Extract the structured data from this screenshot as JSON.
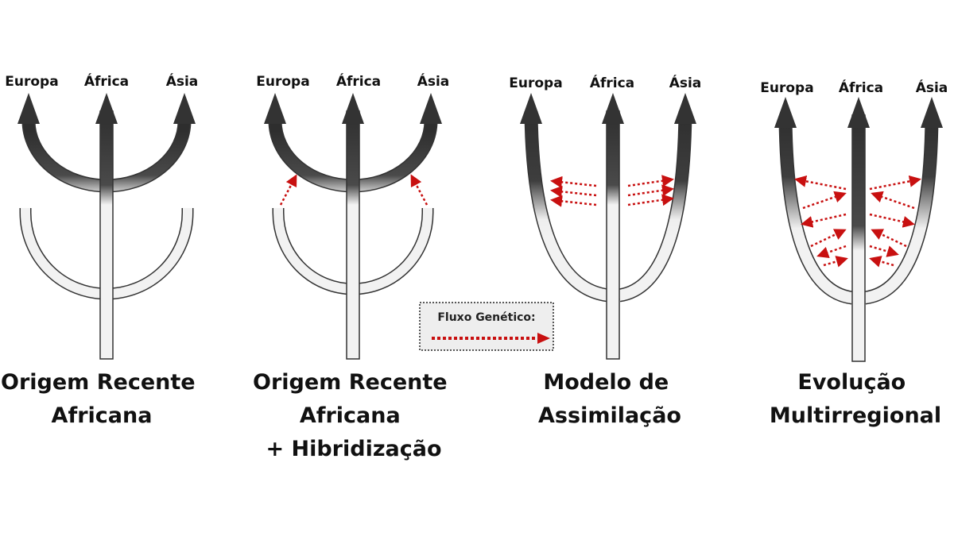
{
  "regions": [
    "Europa",
    "África",
    "Ásia"
  ],
  "models": [
    {
      "id": "origem-recente-africana",
      "title_lines": [
        "Origem Recente",
        "Africana"
      ]
    },
    {
      "id": "origem-recente-hibridizacao",
      "title_lines": [
        "Origem Recente",
        "Africana",
        "+ Hibridização"
      ]
    },
    {
      "id": "modelo-assimilacao",
      "title_lines": [
        "Modelo de",
        "Assimilação"
      ]
    },
    {
      "id": "evolucao-multirregional",
      "title_lines": [
        "Evolução",
        "Multirregional"
      ]
    }
  ],
  "legend": {
    "label": "Fluxo Genético:"
  },
  "colors": {
    "lineage_dark": "#3c3c3c",
    "lineage_light": "#f2f2f2",
    "gene_flow": "#c81010",
    "outline": "#333333"
  }
}
